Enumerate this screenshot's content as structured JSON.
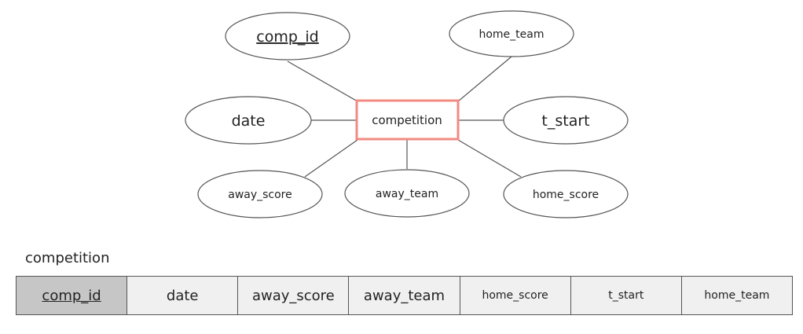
{
  "diagram": {
    "entity": {
      "label": "competition",
      "border_color": "#f28b82"
    },
    "attributes": [
      {
        "label": "comp_id",
        "primary_key": true
      },
      {
        "label": "home_team",
        "primary_key": false
      },
      {
        "label": "date",
        "primary_key": false
      },
      {
        "label": "t_start",
        "primary_key": false
      },
      {
        "label": "away_score",
        "primary_key": false
      },
      {
        "label": "away_team",
        "primary_key": false
      },
      {
        "label": "home_score",
        "primary_key": false
      }
    ]
  },
  "table": {
    "caption": "competition",
    "columns": [
      {
        "label": "comp_id",
        "primary_key": true
      },
      {
        "label": "date",
        "primary_key": false
      },
      {
        "label": "away_score",
        "primary_key": false
      },
      {
        "label": "away_team",
        "primary_key": false
      },
      {
        "label": "home_score",
        "primary_key": false
      },
      {
        "label": "t_start",
        "primary_key": false
      },
      {
        "label": "home_team",
        "primary_key": false
      }
    ]
  }
}
